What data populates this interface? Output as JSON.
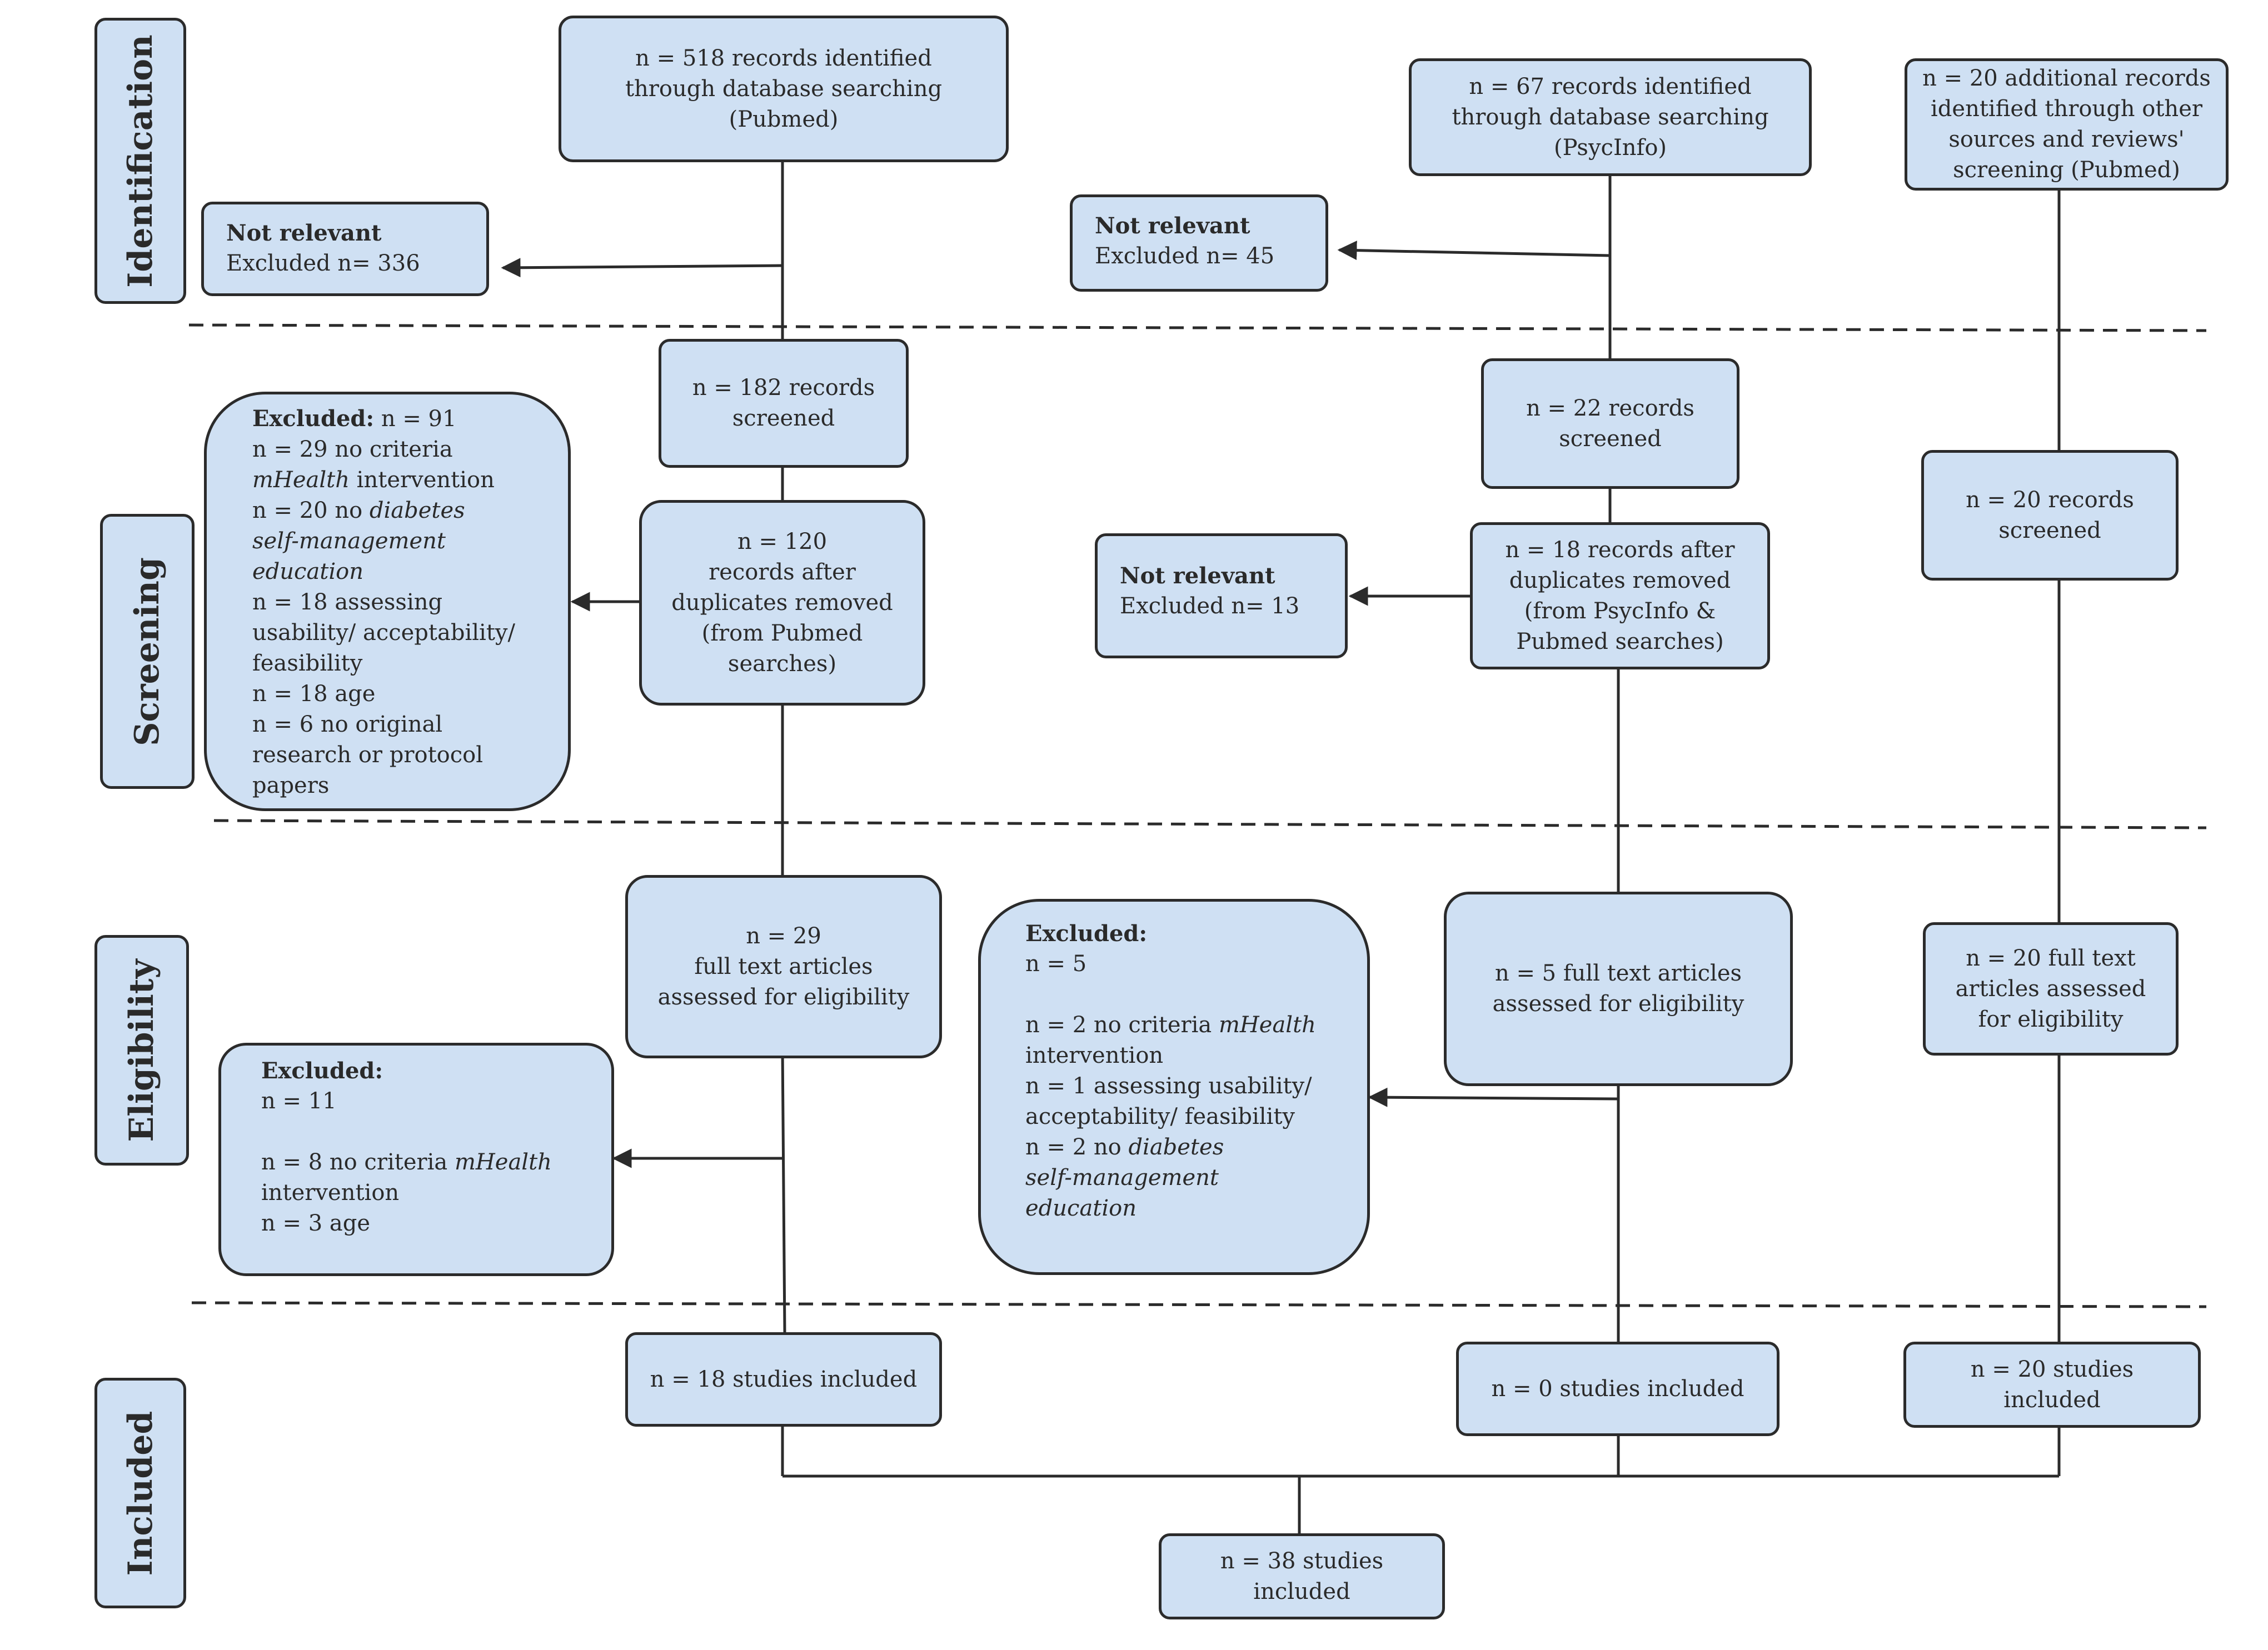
{
  "phases": {
    "identification": "Identification",
    "screening": "Screening",
    "eligibility": "Eligibility",
    "included": "Included"
  },
  "pubmed": {
    "identified": [
      "n = 518  records identified",
      "through database searching",
      "(Pubmed)"
    ],
    "not_relevant": {
      "title": "Not relevant",
      "excluded": "Excluded n=  336"
    },
    "screened": [
      "n = 182  records",
      "screened"
    ],
    "after_duplicates": [
      "n = 120",
      "records after",
      "duplicates removed",
      "(from Pubmed",
      "searches)"
    ],
    "screening_excluded": {
      "title": "Excluded:",
      "count": " n =  91",
      "l1": "n = 29  no criteria",
      "l2": "mHealth",
      "l2b": " intervention",
      "l3a": "n =  20  no ",
      "l3b": "diabetes",
      "l4": "self-management",
      "l5": "education",
      "l6": "n = 18  assessing",
      "l7": "usability/ acceptability/",
      "l8": "feasibility",
      "l9": "n =  18 age",
      "l10": "n = 6  no original",
      "l11": "research or protocol",
      "l12": "papers"
    },
    "full_text": [
      "n = 29",
      "full text articles",
      "assessed for eligibility"
    ],
    "eligibility_excluded": {
      "title": "Excluded:",
      "count": "n =  11",
      "l1a": "n = 8  no criteria ",
      "l1b": "mHealth",
      "l2": "intervention",
      "l3": "n =  3 age"
    },
    "included": "n = 18 studies included"
  },
  "psycinfo": {
    "identified": [
      "n = 67  records identified",
      "through database searching",
      "(PsycInfo)"
    ],
    "not_relevant": {
      "title": "Not relevant",
      "excluded": "Excluded n= 45"
    },
    "screened": [
      "n = 22  records",
      "screened"
    ],
    "not_relevant_2": {
      "title": "Not relevant",
      "excluded": "Excluded n=  13"
    },
    "after_duplicates": [
      "n = 18 records after",
      "duplicates removed",
      "(from PsycInfo &",
      "Pubmed searches)"
    ],
    "eligibility_excluded": {
      "title": "Excluded:",
      "count": "n =  5",
      "l1a": "n = 2  no criteria ",
      "l1b": "mHealth",
      "l2": "intervention",
      "l3": "n = 1  assessing usability/",
      "l4": "acceptability/ feasibility",
      "l5a": "n =  2 no ",
      "l5b": "diabetes",
      "l6": "self-management",
      "l7": "education"
    },
    "full_text": [
      "n = 5  full text articles",
      "assessed for eligibility"
    ],
    "included": "n = 0 studies included"
  },
  "other": {
    "identified": [
      "n = 20 additional records",
      "identified through other",
      "sources and reviews'",
      "screening (Pubmed)"
    ],
    "screened": [
      "n = 20  records",
      "screened"
    ],
    "full_text": [
      "n = 20 full text",
      "articles assessed",
      "for eligibility"
    ],
    "included": [
      "n = 20 studies",
      "included"
    ]
  },
  "total": {
    "included": [
      "n = 38  studies",
      "included"
    ]
  }
}
